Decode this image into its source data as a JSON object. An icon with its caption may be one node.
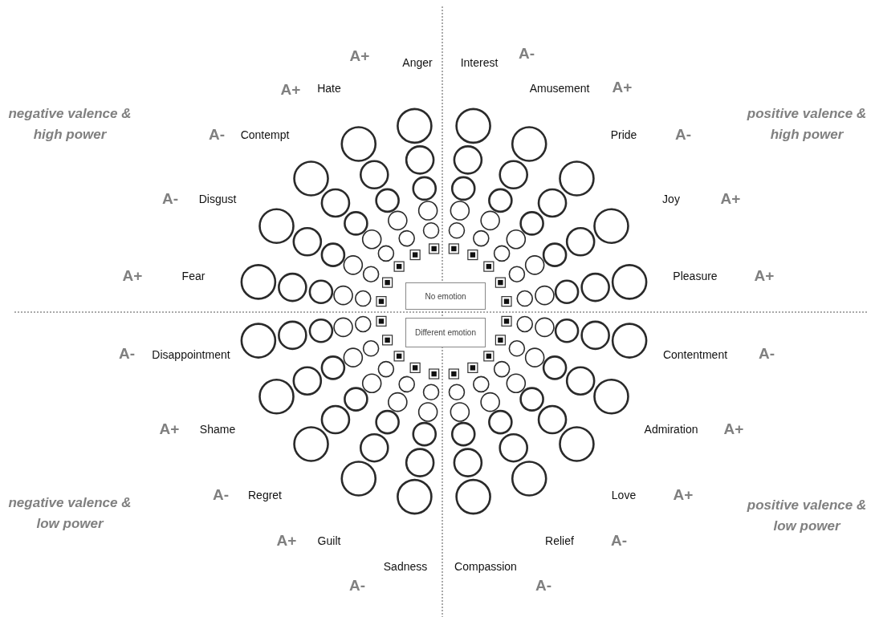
{
  "diagram": {
    "nodes": [
      {
        "text": [
          "No emotion"
        ]
      },
      {
        "text": [
          "Different emotion"
        ]
      }
    ],
    "labels": [
      "A+",
      "Anger",
      "Interest",
      "A-",
      "A+",
      "Hate",
      "Amusement",
      "A+",
      "negative valence & high power",
      "positive valence & high power",
      "A-",
      "Contempt",
      "Pride",
      "A-",
      "A-",
      "Disgust",
      "Joy",
      "A+",
      "A+",
      "Fear",
      "Pleasure",
      "A+",
      "A-",
      "Disappointment",
      "Contentment",
      "A-",
      "A+",
      "Shame",
      "Admiration",
      "A+",
      "negative valence & low power",
      "positive valence & low power",
      "A-",
      "Regret",
      "Love",
      "A+",
      "A+",
      "Guilt",
      "Relief",
      "A-",
      "Sadness",
      "Compassion",
      "A-",
      "A-"
    ]
  }
}
